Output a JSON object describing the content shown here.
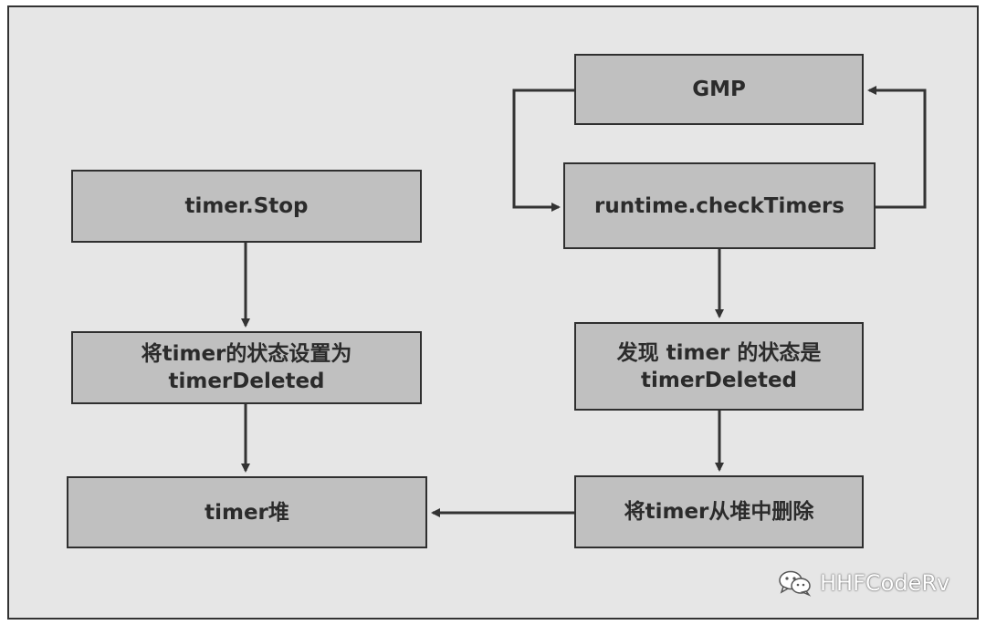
{
  "nodes": {
    "timer_stop": "timer.Stop",
    "set_state_line1": "将timer的状态设置为",
    "set_state_line2": "timerDeleted",
    "timer_heap": "timer堆",
    "gmp": "GMP",
    "check_timers": "runtime.checkTimers",
    "found_state_line1": "发现 timer 的状态是",
    "found_state_line2": "timerDeleted",
    "remove_from_heap": "将timer从堆中删除"
  },
  "watermark": {
    "text": "HHFCodeRv",
    "icon": "wechat-icon"
  }
}
